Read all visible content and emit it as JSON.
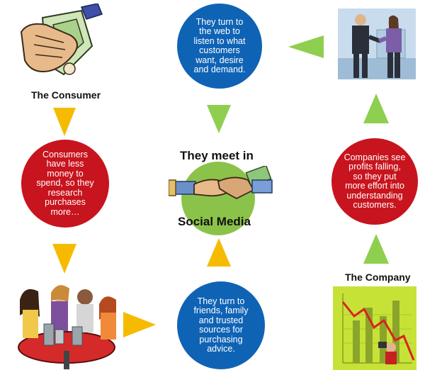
{
  "colors": {
    "blue": "#0f63b5",
    "red": "#c8141e",
    "green_arrow": "#8ecf4f",
    "yellow_arrow": "#f6bb00",
    "center_green": "#8bc34a"
  },
  "labels": {
    "consumer": "The Consumer",
    "company": "The Company",
    "center_top": "They meet in",
    "center_bottom": "Social Media"
  },
  "circles": {
    "top": [
      "They turn to",
      "the web to",
      "listen to what",
      "customers",
      "want, desire",
      "and demand."
    ],
    "left": [
      "Consumers",
      "have less",
      "money to",
      "spend, so they",
      "research",
      "purchases",
      "more…"
    ],
    "right": [
      "Companies see",
      "profits falling,",
      "so they put",
      "more effort into",
      "understanding",
      "customers."
    ],
    "bottom": [
      "They turn to",
      "friends, family",
      "and trusted",
      "sources for",
      "purchasing",
      "advice."
    ]
  },
  "icons": {
    "consumer": "hand-holding-money-icon",
    "handshake": "handshake-money-icon",
    "businesspeople": "business-handshake-icon",
    "friends": "friends-group-icon",
    "company_chart": "falling-profits-chart-icon"
  }
}
